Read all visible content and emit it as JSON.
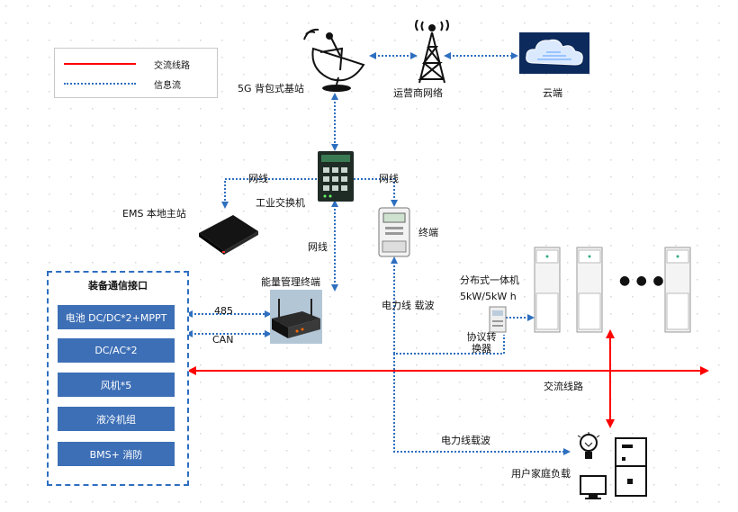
{
  "legend": {
    "ac_line_label": "交流线路",
    "info_flow_label": "信息流"
  },
  "nodes": {
    "base_station": "5G 背包式基站",
    "carrier_network": "运营商网络",
    "cloud": "云端",
    "switch": "工业交换机",
    "ems_station": "EMS 本地主站",
    "energy_terminal": "能量管理终端",
    "meter_terminal": "终端",
    "integrated_unit": "分布式一体机",
    "integrated_unit_power": "5kW/5kW h",
    "protocol_converter": "协议转\n换器",
    "user_load": "用户家庭负载",
    "ellipsis": "● ● ●"
  },
  "edge_labels": {
    "cable_left": "网线",
    "cable_right": "网线",
    "cable_down": "网线",
    "rs485": "485",
    "can": "CAN",
    "plc_upper": "电力线 载波",
    "plc_lower": "电力线载波",
    "ac_bus": "交流线路"
  },
  "interface_box": {
    "title": "装备通信接口",
    "items": [
      "电池 DC/DC*2+MPPT",
      "DC/AC*2",
      "风机*5",
      "液冷机组",
      "BMS+ 消防"
    ]
  },
  "colors": {
    "ac_line": "#ff0000",
    "info_flow": "#2e6fc0",
    "interface_item": "#3d6fb6"
  }
}
